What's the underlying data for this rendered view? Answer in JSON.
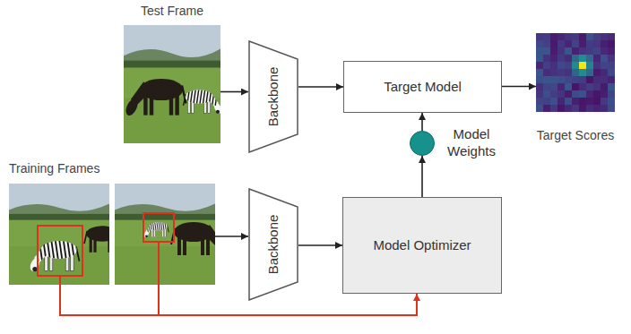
{
  "diagram": {
    "nodes": [
      {
        "text": [
          "Test Frame"
        ]
      },
      {
        "text": [
          "Backbone"
        ]
      },
      {
        "text": [
          "Target Model"
        ]
      },
      {
        "text": [
          "Target Scores"
        ]
      },
      {
        "text": [
          "Training Frames"
        ]
      },
      {
        "text": [
          "Backbone"
        ]
      },
      {
        "text": [
          "Model Optimizer"
        ]
      },
      {
        "text": [
          "Model Weights"
        ]
      }
    ],
    "edges": [
      {
        "from": 0,
        "to": 1,
        "arrow": "to"
      },
      {
        "from": 1,
        "to": 2,
        "arrow": "to"
      },
      {
        "from": 2,
        "to": 3,
        "arrow": "to"
      },
      {
        "from": 4,
        "to": 5,
        "arrow": "to"
      },
      {
        "from": 5,
        "to": 6,
        "arrow": "to"
      },
      {
        "from": 6,
        "to": 7,
        "arrow": "to"
      },
      {
        "from": 7,
        "to": 2,
        "arrow": "to"
      },
      {
        "from": 4,
        "to": 6,
        "arrow": "to"
      }
    ]
  }
}
